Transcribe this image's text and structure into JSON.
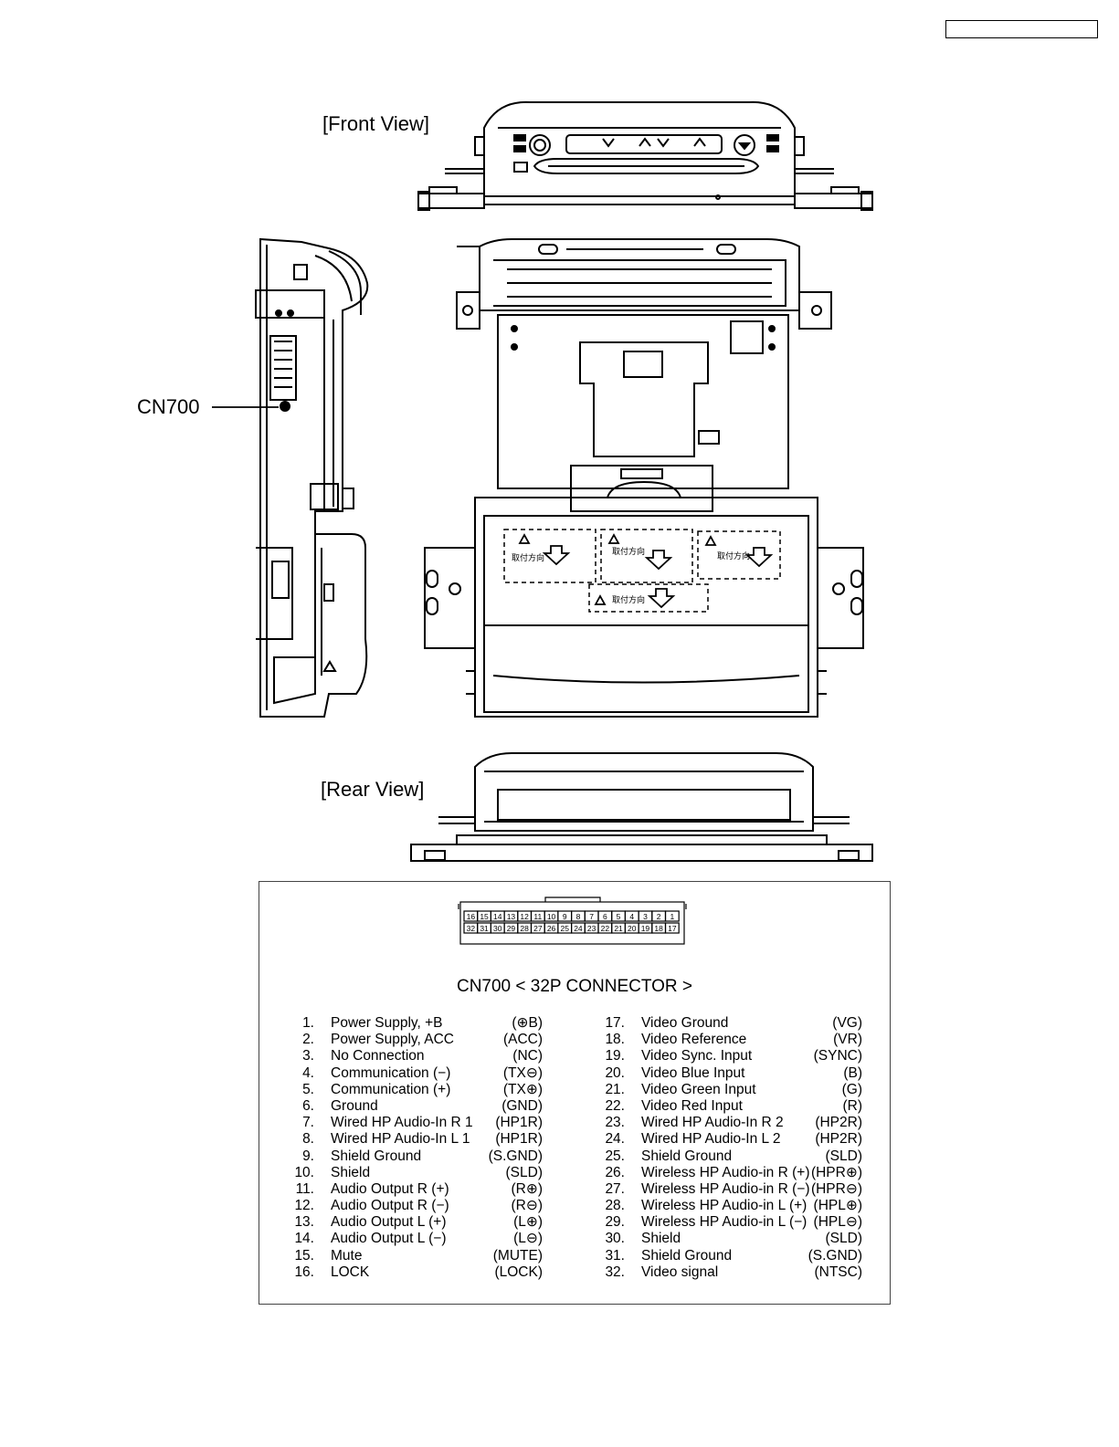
{
  "labels": {
    "front_view": "[Front View]",
    "rear_view": "[Rear View]",
    "cn700_callout": "CN700"
  },
  "connector": {
    "title": "CN700 < 32P CONNECTOR >",
    "top_row": [
      "16",
      "15",
      "14",
      "13",
      "12",
      "11",
      "10",
      "9",
      "8",
      "7",
      "6",
      "5",
      "4",
      "3",
      "2",
      "1"
    ],
    "bottom_row": [
      "32",
      "31",
      "30",
      "29",
      "28",
      "27",
      "26",
      "25",
      "24",
      "23",
      "22",
      "21",
      "20",
      "19",
      "18",
      "17"
    ]
  },
  "warning_label": "取付方向",
  "pins_left": [
    {
      "num": "1.",
      "desc": "Power Supply, +B",
      "code": "(⊕B)"
    },
    {
      "num": "2.",
      "desc": "Power Supply, ACC",
      "code": "(ACC)"
    },
    {
      "num": "3.",
      "desc": "No Connection",
      "code": "(NC)"
    },
    {
      "num": "4.",
      "desc": "Communication (−)",
      "code": "(TX⊖)"
    },
    {
      "num": "5.",
      "desc": "Communication (+)",
      "code": "(TX⊕)"
    },
    {
      "num": "6.",
      "desc": "Ground",
      "code": "(GND)"
    },
    {
      "num": "7.",
      "desc": "Wired HP Audio-In R 1",
      "code": "(HP1R)"
    },
    {
      "num": "8.",
      "desc": "Wired HP Audio-In L 1",
      "code": "(HP1R)"
    },
    {
      "num": "9.",
      "desc": "Shield Ground",
      "code": "(S.GND)"
    },
    {
      "num": "10.",
      "desc": "Shield",
      "code": "(SLD)"
    },
    {
      "num": "11.",
      "desc": "Audio Output R (+)",
      "code": "(R⊕)"
    },
    {
      "num": "12.",
      "desc": "Audio Output R (−)",
      "code": "(R⊖)"
    },
    {
      "num": "13.",
      "desc": "Audio Output L (+)",
      "code": "(L⊕)"
    },
    {
      "num": "14.",
      "desc": "Audio Output L (−)",
      "code": "(L⊖)"
    },
    {
      "num": "15.",
      "desc": "Mute",
      "code": "(MUTE)"
    },
    {
      "num": "16.",
      "desc": "LOCK",
      "code": "(LOCK)"
    }
  ],
  "pins_right": [
    {
      "num": "17.",
      "desc": "Video Ground",
      "code": "(VG)"
    },
    {
      "num": "18.",
      "desc": "Video Reference",
      "code": "(VR)"
    },
    {
      "num": "19.",
      "desc": "Video Sync. Input",
      "code": "(SYNC)"
    },
    {
      "num": "20.",
      "desc": "Video Blue Input",
      "code": "(B)"
    },
    {
      "num": "21.",
      "desc": "Video Green Input",
      "code": "(G)"
    },
    {
      "num": "22.",
      "desc": "Video Red Input",
      "code": "(R)"
    },
    {
      "num": "23.",
      "desc": "Wired HP Audio-In R 2",
      "code": "(HP2R)"
    },
    {
      "num": "24.",
      "desc": "Wired HP Audio-In L 2",
      "code": "(HP2R)"
    },
    {
      "num": "25.",
      "desc": "Shield Ground",
      "code": "(SLD)"
    },
    {
      "num": "26.",
      "desc": "Wireless HP Audio-in R (+)",
      "code": "(HPR⊕)"
    },
    {
      "num": "27.",
      "desc": "Wireless HP Audio-in R (−)",
      "code": "(HPR⊖)"
    },
    {
      "num": "28.",
      "desc": "Wireless HP Audio-in L (+)",
      "code": "(HPL⊕)"
    },
    {
      "num": "29.",
      "desc": "Wireless HP Audio-in L (−)",
      "code": "(HPL⊖)"
    },
    {
      "num": "30.",
      "desc": "Shield",
      "code": "(SLD)"
    },
    {
      "num": "31.",
      "desc": "Shield Ground",
      "code": "(S.GND)"
    },
    {
      "num": "32.",
      "desc": "Video signal",
      "code": "(NTSC)"
    }
  ]
}
